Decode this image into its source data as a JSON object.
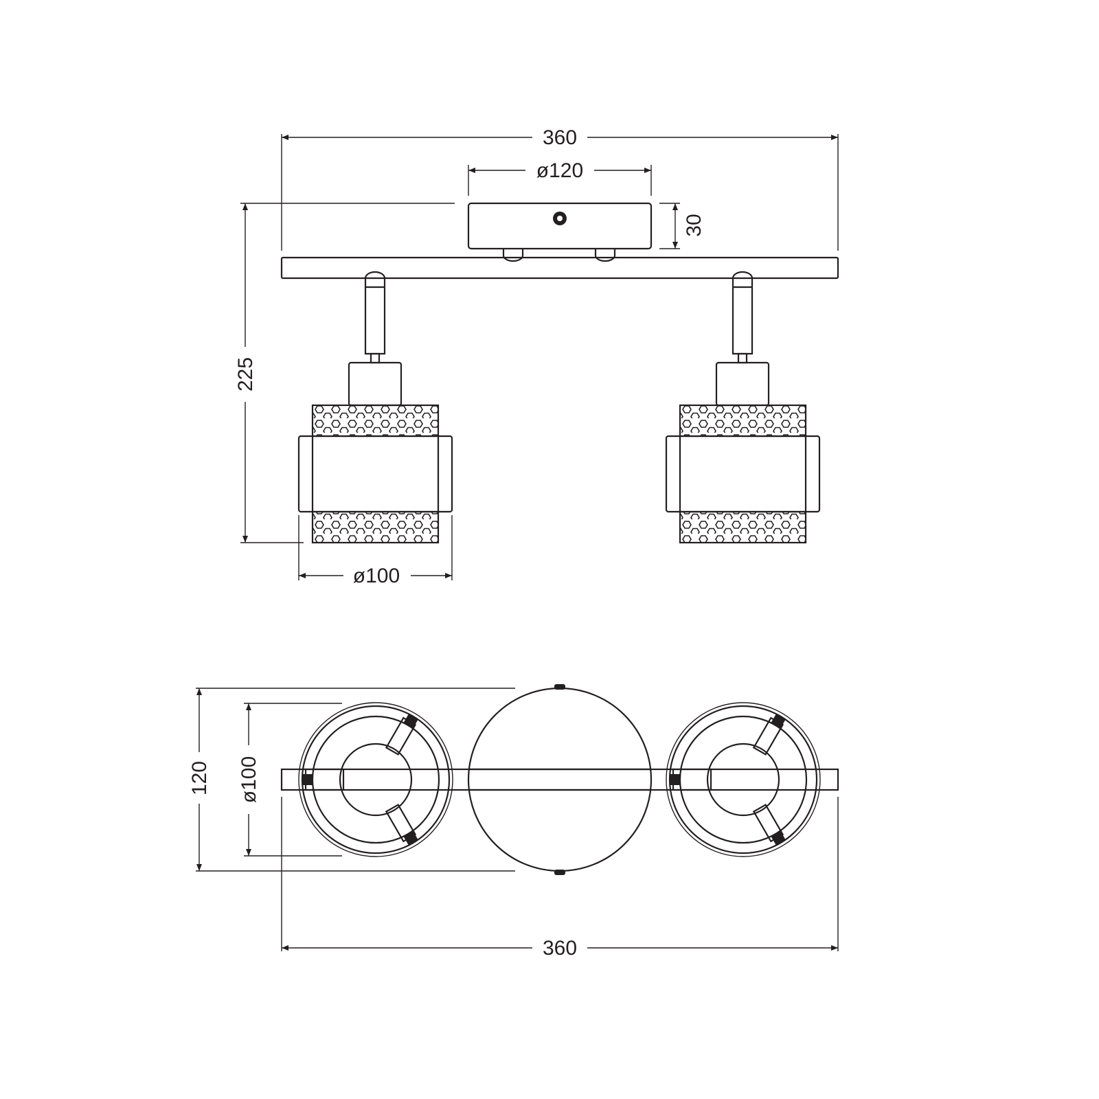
{
  "title": "Spotlight bar – 2 heads, dimension drawing",
  "front_view": {
    "overall_width": "360",
    "canopy_diameter": "ø120",
    "canopy_height": "30",
    "overall_height": "225",
    "shade_diameter": "ø100"
  },
  "top_view": {
    "canopy_diameter": "120",
    "shade_diameter": "ø100",
    "overall_width": "360"
  },
  "colors": {
    "line": "#231f20",
    "background": "#ffffff"
  }
}
